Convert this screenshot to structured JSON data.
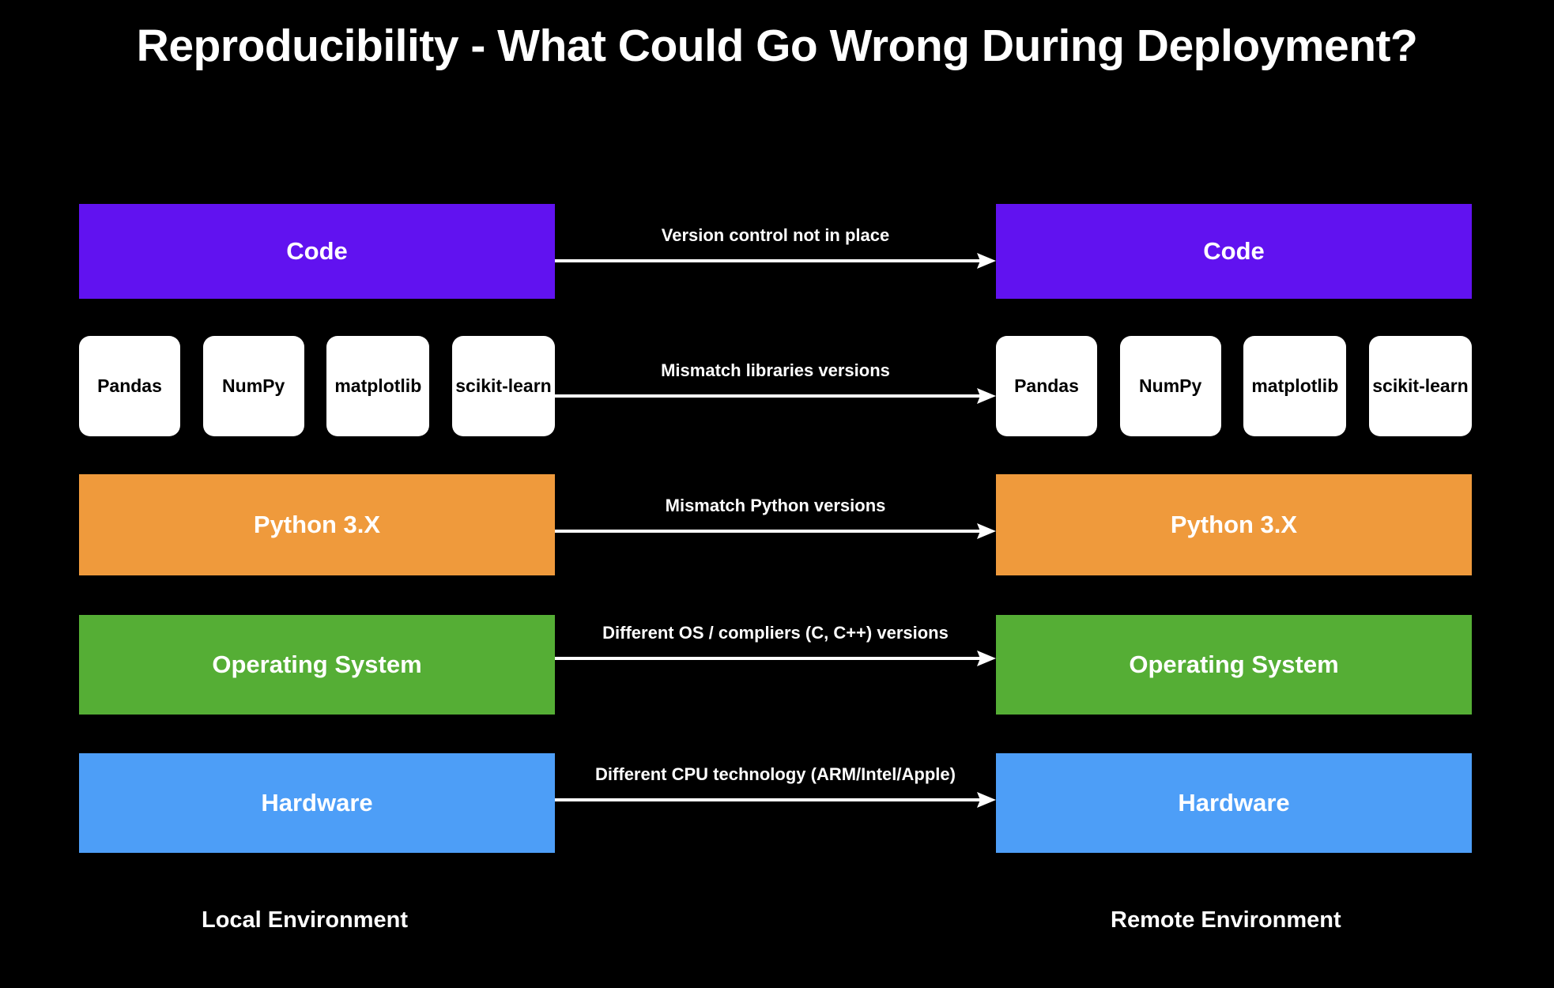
{
  "title": "Reproducibility - What Could Go Wrong During Deployment?",
  "colors": {
    "background": "#000000",
    "code": "#6112f0",
    "library_chip": "#ffffff",
    "python": "#ef9a3c",
    "operating_system": "#55ae35",
    "hardware": "#4d9ef7",
    "text_on_dark": "#ffffff",
    "text_on_chip": "#000000",
    "arrow": "#ffffff"
  },
  "environments": {
    "left": {
      "caption": "Local Environment",
      "layers": {
        "code": "Code",
        "python": "Python 3.X",
        "operating_system": "Operating System",
        "hardware": "Hardware"
      },
      "libraries": [
        "Pandas",
        "NumPy",
        "matplotlib",
        "scikit-learn"
      ]
    },
    "right": {
      "caption": "Remote Environment",
      "layers": {
        "code": "Code",
        "python": "Python 3.X",
        "operating_system": "Operating System",
        "hardware": "Hardware"
      },
      "libraries": [
        "Pandas",
        "NumPy",
        "matplotlib",
        "scikit-learn"
      ]
    }
  },
  "connectors": [
    {
      "id": "code",
      "label": "Version control not in place"
    },
    {
      "id": "libs",
      "label": "Mismatch libraries versions"
    },
    {
      "id": "python",
      "label": "Mismatch Python versions"
    },
    {
      "id": "os",
      "label": "Different OS / compliers (C, C++) versions"
    },
    {
      "id": "hardware",
      "label": "Different CPU technology (ARM/Intel/Apple)"
    }
  ]
}
